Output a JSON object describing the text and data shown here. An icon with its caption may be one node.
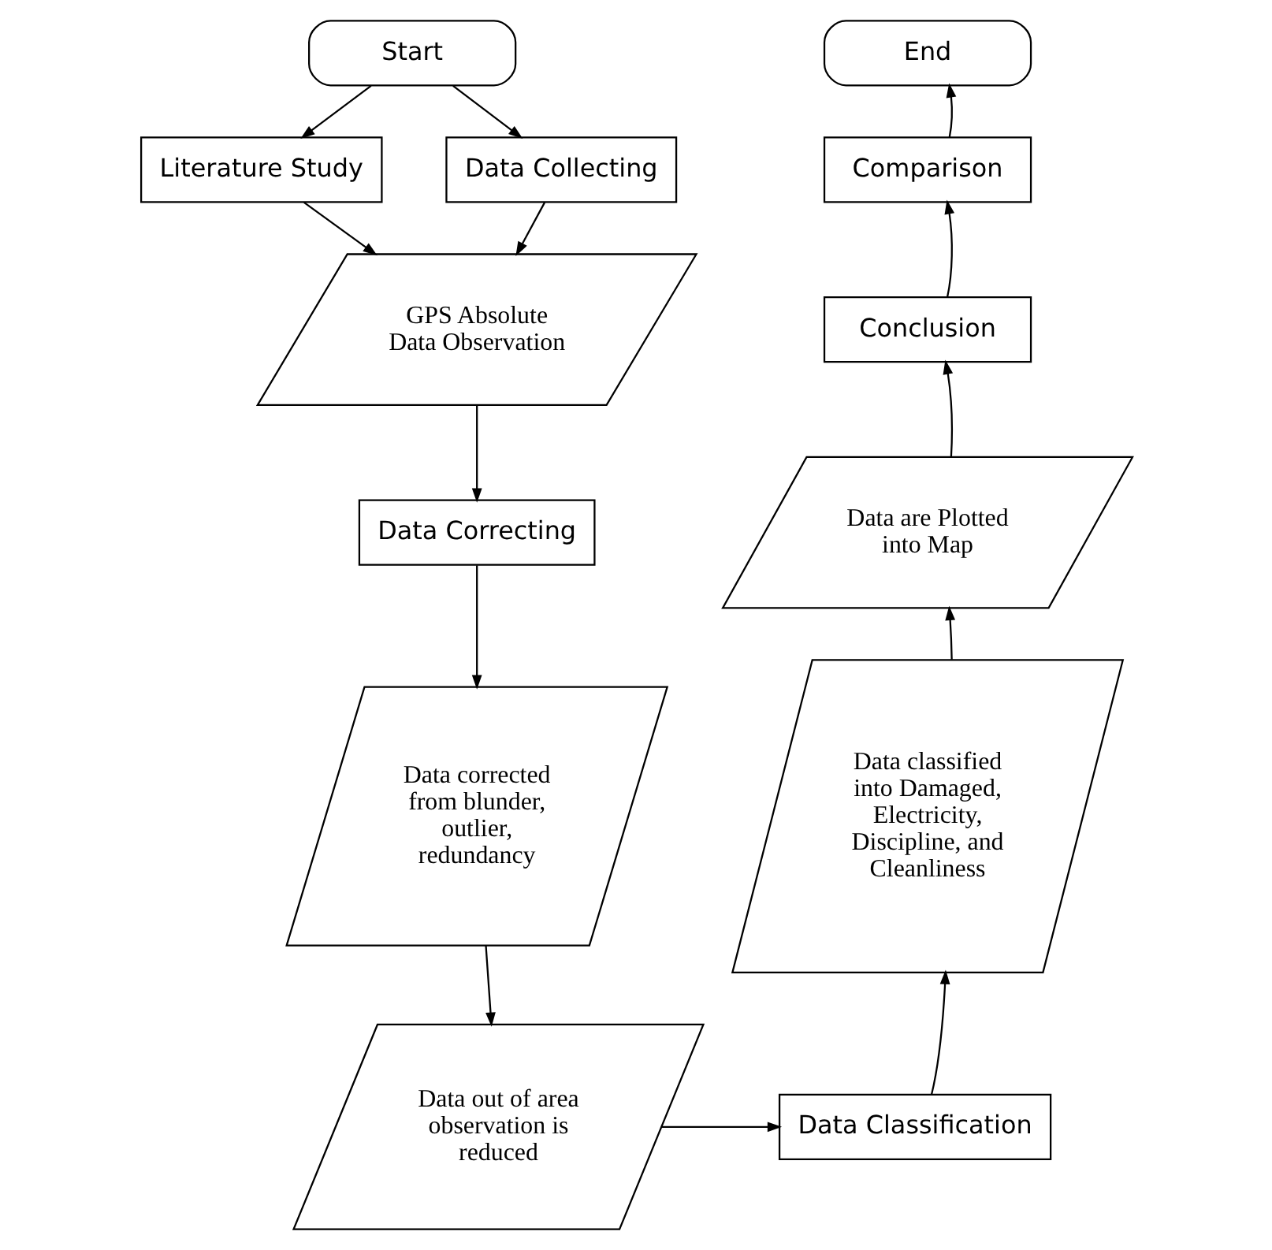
{
  "diagram": {
    "nodes": [
      {
        "text": [
          "Start"
        ]
      },
      {
        "text": [
          "Literature Study"
        ]
      },
      {
        "text": [
          "Data Collecting"
        ]
      },
      {
        "text": [
          "GPS Absolute Data Observation"
        ]
      },
      {
        "text": [
          "Data Correcting"
        ]
      },
      {
        "text": [
          "Data corrected from blunder, outlier, redundancy"
        ]
      },
      {
        "text": [
          "Data out of area observation is reduced"
        ]
      },
      {
        "text": [
          "Data Classification"
        ]
      },
      {
        "text": [
          "Data classified into Damaged, Electricity, Discipline, and Cleanliness"
        ]
      },
      {
        "text": [
          "Data are Plotted into Map"
        ]
      },
      {
        "text": [
          "Conclusion"
        ]
      },
      {
        "text": [
          "Comparison"
        ]
      },
      {
        "text": [
          "End"
        ]
      }
    ],
    "edges": [
      {
        "from": 0,
        "to": 1,
        "arrow": "to"
      },
      {
        "from": 0,
        "to": 2,
        "arrow": "to"
      },
      {
        "from": 1,
        "to": 3,
        "arrow": "to"
      },
      {
        "from": 2,
        "to": 3,
        "arrow": "to"
      },
      {
        "from": 3,
        "to": 4,
        "arrow": "to"
      },
      {
        "from": 4,
        "to": 5,
        "arrow": "to"
      },
      {
        "from": 5,
        "to": 6,
        "arrow": "to"
      },
      {
        "from": 6,
        "to": 7,
        "arrow": "to"
      },
      {
        "from": 7,
        "to": 8,
        "arrow": "to"
      },
      {
        "from": 8,
        "to": 9,
        "arrow": "to"
      },
      {
        "from": 9,
        "to": 10,
        "arrow": "to"
      },
      {
        "from": 10,
        "to": 11,
        "arrow": "to"
      },
      {
        "from": 11,
        "to": 12,
        "arrow": "to"
      }
    ]
  }
}
